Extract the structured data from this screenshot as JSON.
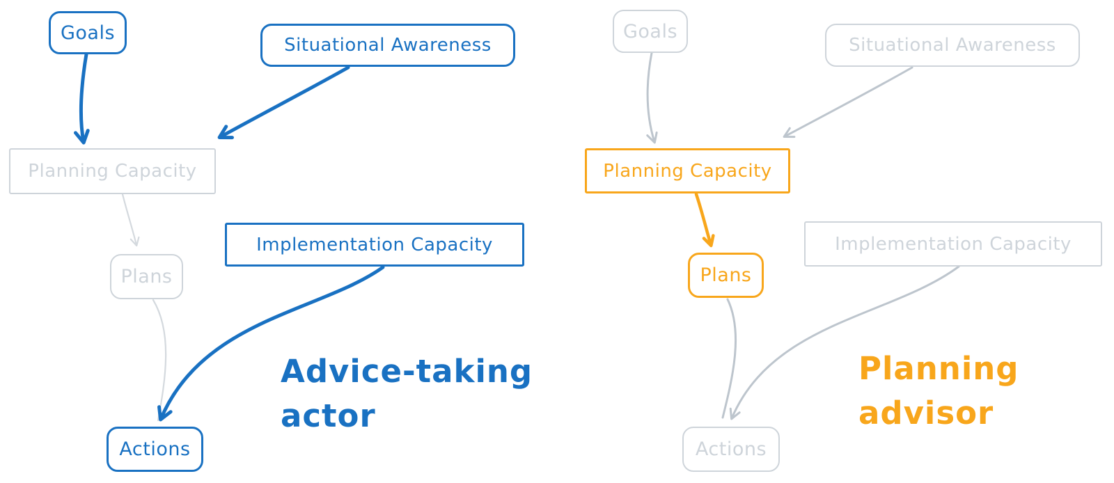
{
  "colors": {
    "blue": "#1971c2",
    "orange": "#f8a61b",
    "gray": "#ced4da",
    "gray_soft": "#d4d9de",
    "gray_strong": "#bdc5cd",
    "background": "#ffffff"
  },
  "left_panel": {
    "caption_line1": "Advice-taking",
    "caption_line2": "actor",
    "highlight_color": "#1971c2",
    "nodes": {
      "goals": "Goals",
      "situational_awareness": "Situational Awareness",
      "planning_capacity": "Planning Capacity",
      "plans": "Plans",
      "implementation_capacity": "Implementation Capacity",
      "actions": "Actions"
    },
    "highlighted_nodes": [
      "Goals",
      "Situational Awareness",
      "Implementation Capacity",
      "Actions"
    ],
    "dimmed_nodes": [
      "Planning Capacity",
      "Plans"
    ],
    "edges": [
      {
        "from": "Goals",
        "to": "Planning Capacity",
        "style": "highlighted"
      },
      {
        "from": "Situational Awareness",
        "to": "Planning Capacity",
        "style": "highlighted"
      },
      {
        "from": "Planning Capacity",
        "to": "Plans",
        "style": "dimmed"
      },
      {
        "from": "Plans",
        "to": "Actions",
        "style": "dimmed"
      },
      {
        "from": "Implementation Capacity",
        "to": "Actions",
        "style": "highlighted"
      }
    ]
  },
  "right_panel": {
    "caption_line1": "Planning",
    "caption_line2": "advisor",
    "highlight_color": "#f8a61b",
    "nodes": {
      "goals": "Goals",
      "situational_awareness": "Situational Awareness",
      "planning_capacity": "Planning Capacity",
      "plans": "Plans",
      "implementation_capacity": "Implementation Capacity",
      "actions": "Actions"
    },
    "highlighted_nodes": [
      "Planning Capacity",
      "Plans"
    ],
    "dimmed_nodes": [
      "Goals",
      "Situational Awareness",
      "Implementation Capacity",
      "Actions"
    ],
    "edges": [
      {
        "from": "Goals",
        "to": "Planning Capacity",
        "style": "dimmed"
      },
      {
        "from": "Situational Awareness",
        "to": "Planning Capacity",
        "style": "dimmed"
      },
      {
        "from": "Planning Capacity",
        "to": "Plans",
        "style": "highlighted"
      },
      {
        "from": "Plans",
        "to": "Actions",
        "style": "dimmed"
      },
      {
        "from": "Implementation Capacity",
        "to": "Actions",
        "style": "dimmed"
      }
    ]
  }
}
